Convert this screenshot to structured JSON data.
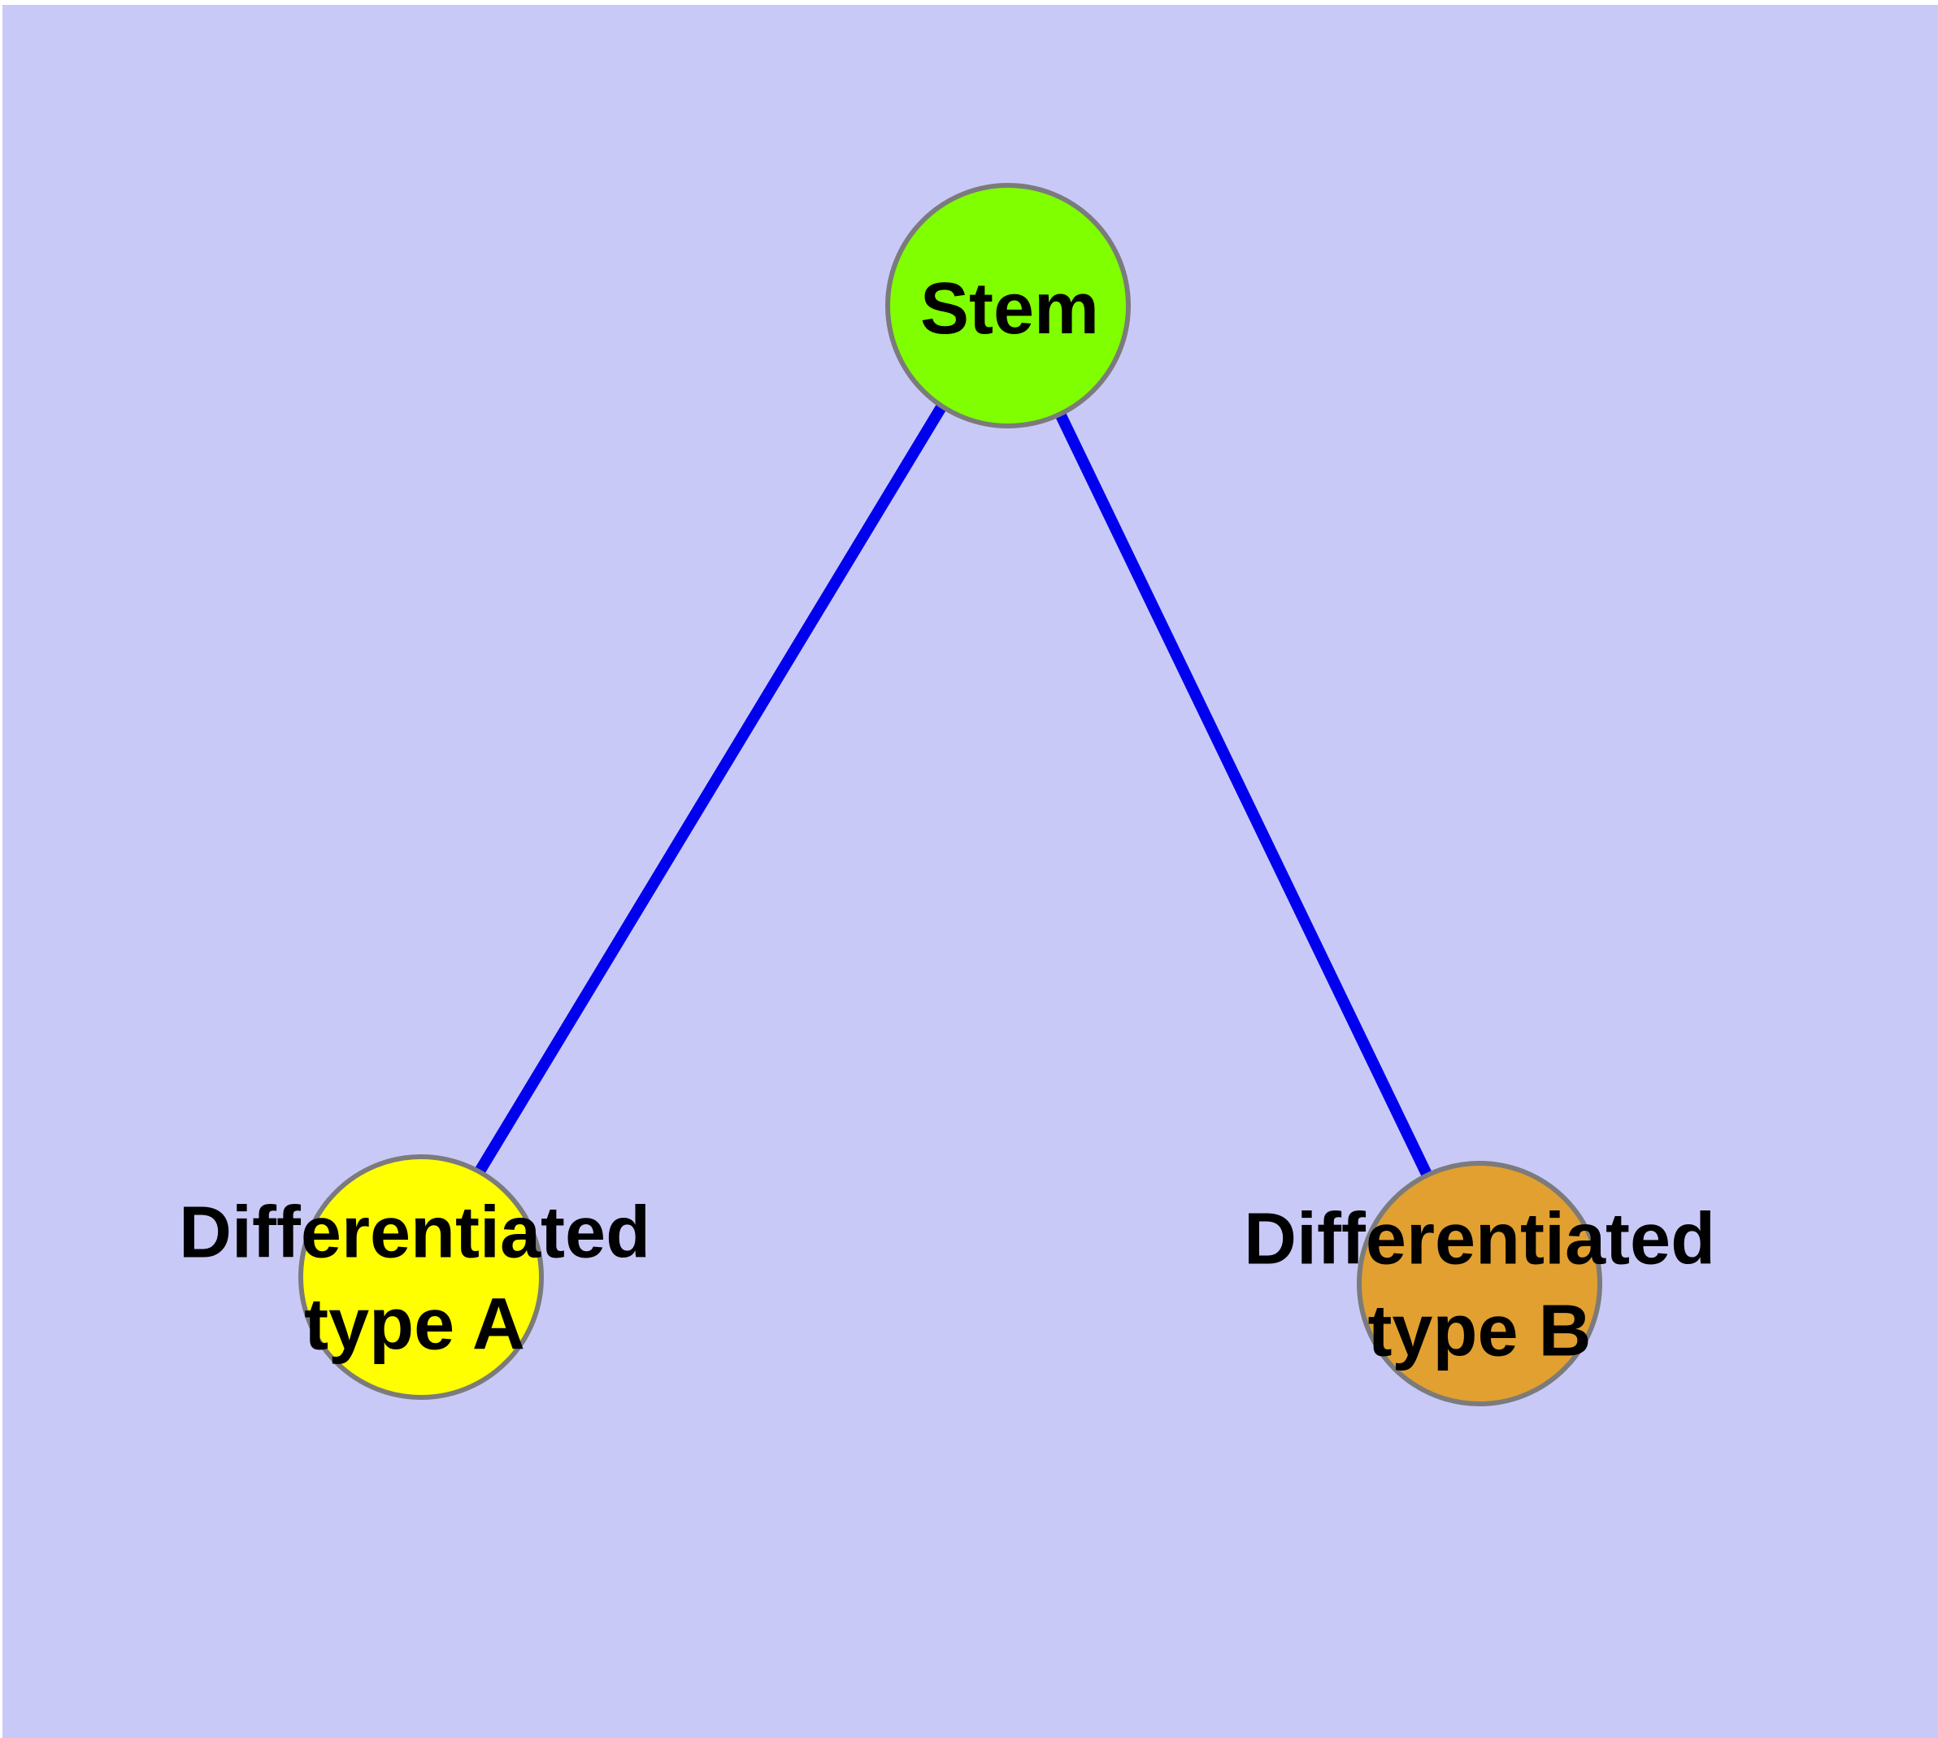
{
  "diagram": {
    "type": "graph",
    "background_color": "#c9c9f8",
    "edge_color": "#0000ee",
    "node_border_color": "#7b7b7b",
    "text_color": "#000000",
    "nodes": [
      {
        "id": "stem",
        "label": "Stem",
        "color": "#7fff00",
        "shape": "circle"
      },
      {
        "id": "type-a",
        "label": "Differentiated\ntype A",
        "color": "#ffff00",
        "shape": "circle"
      },
      {
        "id": "type-b",
        "label": "Differentiated\ntype B",
        "color": "#e2a030",
        "shape": "circle"
      }
    ],
    "edges": [
      {
        "from": "stem",
        "to": "type-a"
      },
      {
        "from": "stem",
        "to": "type-b"
      }
    ]
  }
}
